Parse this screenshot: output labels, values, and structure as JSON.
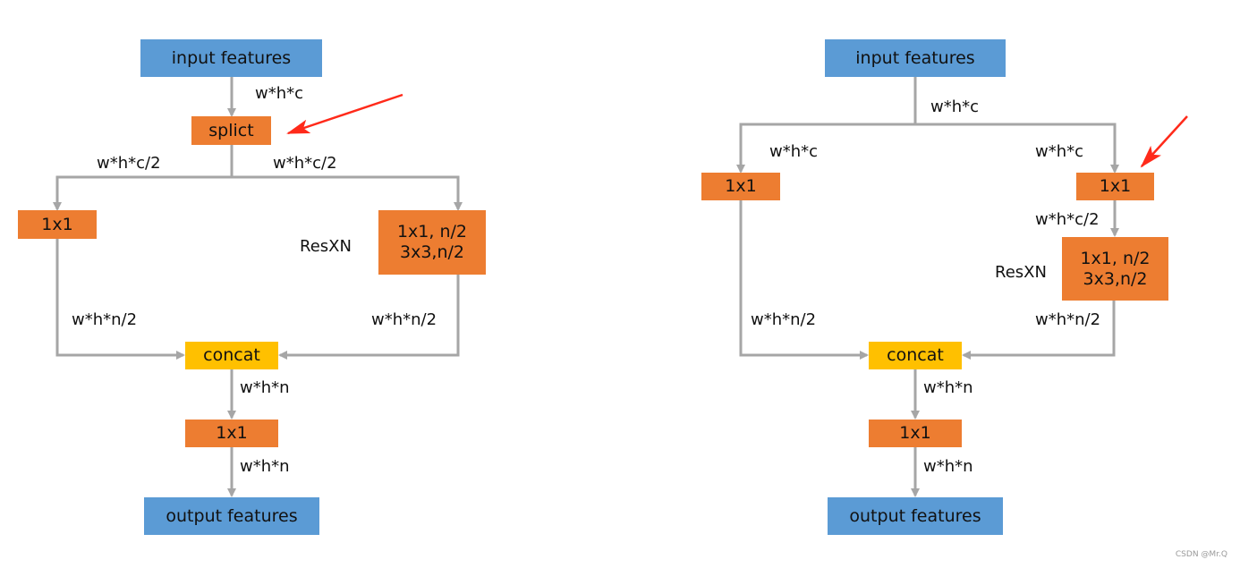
{
  "colors": {
    "io_box": "#5b9bd5",
    "op_box": "#ed7d31",
    "concat_box": "#ffc000",
    "arrow": "#a6a6a6",
    "highlight_arrow": "#ff2a1a"
  },
  "left_diagram": {
    "input": "input features",
    "split": "splict",
    "edge_input_to_split": "w*h*c",
    "edge_split_left": "w*h*c/2",
    "edge_split_right": "w*h*c/2",
    "branch_left_conv": "1x1",
    "resx_label": "ResXN",
    "resx_line1": "1x1, n/2",
    "resx_line2": "3x3,n/2",
    "edge_left_to_concat": "w*h*n/2",
    "edge_right_to_concat": "w*h*n/2",
    "concat": "concat",
    "edge_concat_to_conv": "w*h*n",
    "final_conv": "1x1",
    "edge_conv_to_output": "w*h*n",
    "output": "output features"
  },
  "right_diagram": {
    "input": "input features",
    "edge_input": "w*h*c",
    "edge_to_left_conv": "w*h*c",
    "edge_to_right_conv": "w*h*c",
    "branch_left_conv": "1x1",
    "branch_right_conv": "1x1",
    "edge_right_conv_to_resx": "w*h*c/2",
    "resx_label": "ResXN",
    "resx_line1": "1x1, n/2",
    "resx_line2": "3x3,n/2",
    "edge_left_to_concat": "w*h*n/2",
    "edge_right_to_concat": "w*h*n/2",
    "concat": "concat",
    "edge_concat_to_conv": "w*h*n",
    "final_conv": "1x1",
    "edge_conv_to_output": "w*h*n",
    "output": "output features"
  },
  "watermark": "CSDN @Mr.Q"
}
